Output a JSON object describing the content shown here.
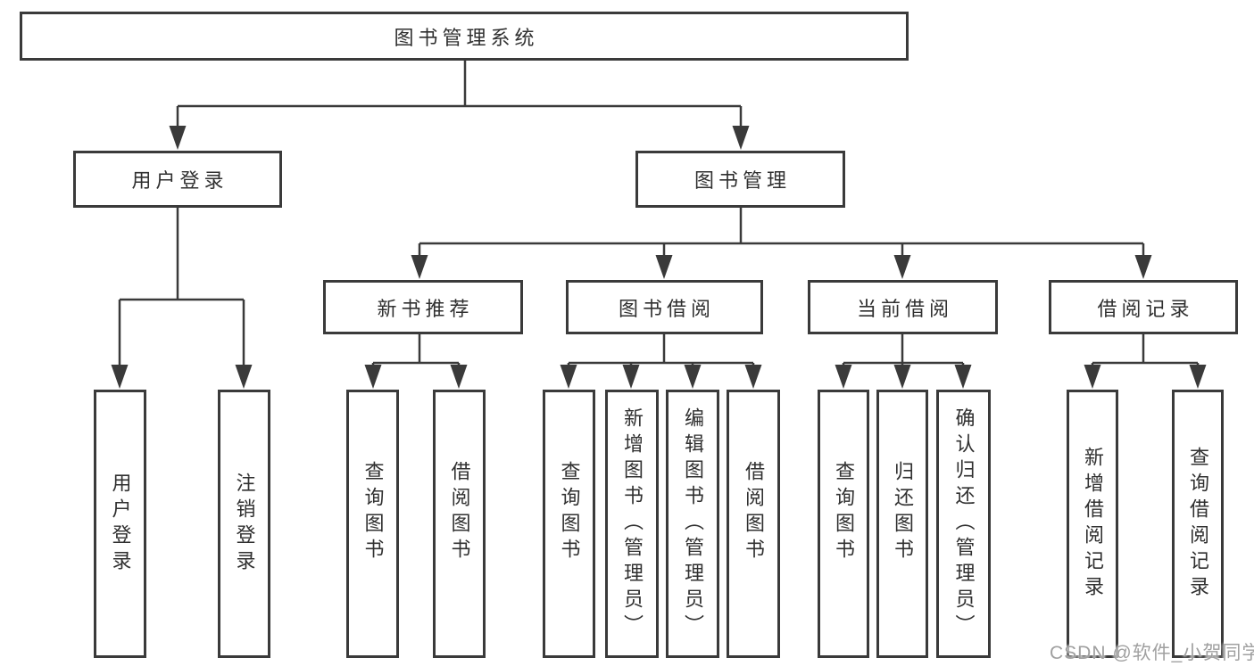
{
  "tree": {
    "root": {
      "label": "图书管理系统"
    },
    "branches": [
      {
        "label": "用户登录",
        "children": [
          {
            "label": "用户登录"
          },
          {
            "label": "注销登录"
          }
        ]
      },
      {
        "label": "图书管理",
        "children": [
          {
            "label": "新书推荐",
            "children": [
              {
                "label": "查询图书"
              },
              {
                "label": "借阅图书"
              }
            ]
          },
          {
            "label": "图书借阅",
            "children": [
              {
                "label": "查询图书"
              },
              {
                "label": "新增图书（管理员）"
              },
              {
                "label": "编辑图书（管理员）"
              },
              {
                "label": "借阅图书"
              }
            ]
          },
          {
            "label": "当前借阅",
            "children": [
              {
                "label": "查询图书"
              },
              {
                "label": "归还图书"
              },
              {
                "label": "确认归还（管理员）"
              }
            ]
          },
          {
            "label": "借阅记录",
            "children": [
              {
                "label": "新增借阅记录"
              },
              {
                "label": "查询借阅记录"
              }
            ]
          }
        ]
      }
    ]
  },
  "watermark": {
    "text": "CSDN @软件_小贺同学"
  },
  "colors": {
    "line": "#3a3a3a",
    "box_border": "#3a3a3a",
    "text": "#303030",
    "background": "#ffffff",
    "watermark": "#a0a0a0"
  }
}
